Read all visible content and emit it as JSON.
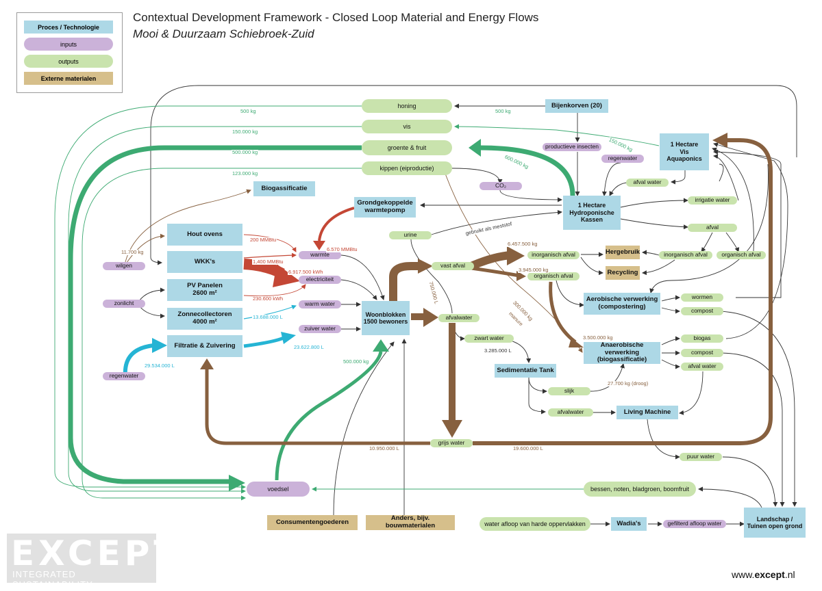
{
  "title": "Contextual Development Framework - Closed Loop Material and Energy Flows",
  "subtitle": "Mooi & Duurzaam Schiebroek-Zuid",
  "legend": {
    "process": "Proces / Technologie",
    "inputs": "inputs",
    "outputs": "outputs",
    "external": "Externe materialen"
  },
  "colors": {
    "process": "#add8e6",
    "input": "#cbb2d9",
    "output": "#c9e3ad",
    "external": "#d6bf8b",
    "green_flow": "#3daa72",
    "brown_flow": "#87603f",
    "red_flow": "#c44735",
    "blue_flow": "#25b4d4"
  },
  "nodes": {
    "bijenkorven": "Bijenkorven (20)",
    "aquaponics": "1 Hectare\nVis\nAquaponics",
    "biogassificatie": "Biogassificatie",
    "grondgekoppelde": "Grondgekoppelde\nwarmtepomp",
    "kassen": "1 Hectare\nHydroponische\nKassen",
    "hout_ovens": "Hout ovens",
    "wkk": "WKK's",
    "pv": "PV Panelen\n2600 m²",
    "zonnecollectoren": "Zonnecollectoren\n4000 m²",
    "filtratie": "Filtratie & Zuivering",
    "woonblokken": "Woonblokken\n1500 bewoners",
    "hergebruik": "Hergebruik",
    "recycling": "Recycling",
    "aerobische": "Aerobische verwerking\n(compostering)",
    "anaerobische": "Anaerobische verwerking\n(biogassificatie)",
    "sedimentatie": "Sedimentatie Tank",
    "living_machine": "Living Machine",
    "wadias": "Wadia's",
    "landschap": "Landschap /\nTuinen open grond",
    "consumentengoederen": "Consumentengoederen",
    "anders": "Anders, bijv. bouwmaterialen",
    "honing": "honing",
    "vis": "vis",
    "groente_fruit": "groente & fruit",
    "kippen": "kippen (eiproductie)",
    "productieve_insecten": "productieve insecten",
    "regenwater_top": "regenwater",
    "co2": "CO₂",
    "afval_water_top": "afval water",
    "irrigatie_water": "irrigatie water",
    "afval": "afval",
    "urine": "urine",
    "warmte": "warmte",
    "electriciteit": "electriciteit",
    "warm_water": "warm water",
    "zuiver_water": "zuiver water",
    "vast_afval": "vast afval",
    "inorganisch_afval": "inorganisch afval",
    "organisch_afval": "organisch afval",
    "inorganisch_afval_r": "inorganisch afval",
    "organisch_afval_r": "organisch afval",
    "afvalwater": "afvalwater",
    "zwart_water": "zwart water",
    "wormen": "wormen",
    "compost_1": "compost",
    "biogas": "biogas",
    "compost_2": "compost",
    "afval_water_2": "afval water",
    "slijk": "slijk",
    "afvalwater_2": "afvalwater",
    "grijs_water": "grijs water",
    "puur_water": "puur water",
    "bessen": "bessen, noten, bladgroen, boomfruit",
    "voedsel": "voedsel",
    "water_afloop": "water afloop van harde oppervlakken",
    "gefilterd": "gefilterd afloop water",
    "wilgen": "wilgen",
    "zonlicht": "zonlicht",
    "regenwater_left": "regenwater"
  },
  "flow_labels": {
    "honing_500": "500 kg",
    "honing_500b": "500 kg",
    "vis_150": "150.000 kg",
    "vis_150b": "150.000 kg",
    "groente_500": "500.000 kg",
    "groente_600": "600.000 kg",
    "kippen_123": "123.000 kg",
    "wilgen_11700": "11.700 kg",
    "hout_200": "200 MMBtu",
    "wkk_1400": "1,400 MMBtu",
    "wkk_6917": "6.917.500 kWh",
    "pomp_6570": "6.570 MMBtu",
    "pv_230": "230.600 kWh",
    "zon_13688": "13.688.000 L",
    "reg_29534": "29.534.000 L",
    "filt_23622": "23.622.800 L",
    "voedsel_500": "500.000 kg",
    "gebruikt": "gebruikt als meststof",
    "vast_750": "750.000 L",
    "inorg_6457": "6.457.500 kg",
    "org_3945": "3.945.000 kg",
    "manure_300": "300.000 kg",
    "manure": "manure",
    "anaer_3500": "3.500.000 kg",
    "zwart_3285": "3.285.000 L",
    "droog_27700": "27.700 kg (droog)",
    "grijs_10950": "10.950.000 L",
    "grijs_19600": "19.600.000 L"
  },
  "logo": {
    "word": "EXCEPT",
    "tagline": "INTEGRATED SUSTAINABILITY"
  },
  "website_prefix": "www.",
  "website_bold": "except",
  "website_suffix": ".nl"
}
